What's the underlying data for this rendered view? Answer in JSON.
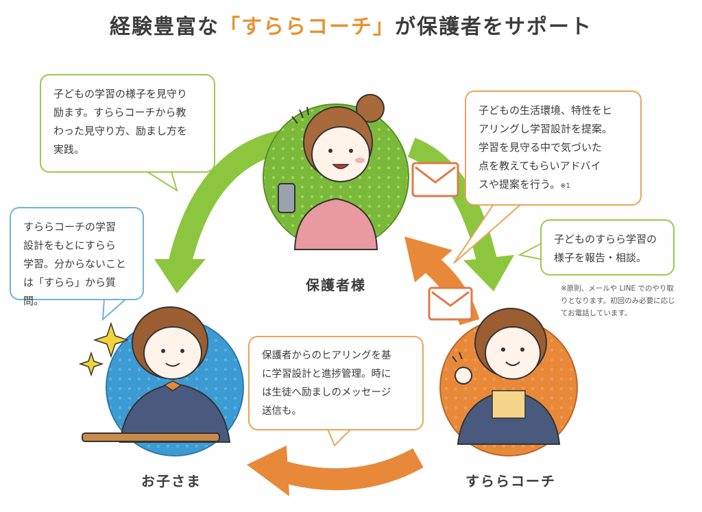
{
  "title": {
    "pre": "経験豊富な",
    "accent": "「すららコーチ」",
    "post": "が保護者をサポート"
  },
  "roles": {
    "guardian": "保護者様",
    "child": "お子さま",
    "coach": "すららコーチ"
  },
  "bubbles": {
    "guardian_action": "子どもの学習の様子を見守り\n励ます。すららコーチから教\nわった見守り方、励まし方を\n実践。",
    "coach_to_guardian": "子どもの生活環境、特性をヒ\nアリングし学習設計を提案。\n学習を見守る中で気づいた\n点を教えてもらいアドバイ\nスや提案を行う。",
    "coach_to_guardian_mark": "※1",
    "child_action": "すららコーチの学習\n設計をもとにすらら\n学習。分からないこと\nは「すらら」から質問。",
    "guardian_to_coach": "子どものすらら学習の\n様子を報告・相談。",
    "coach_to_child": "保護者からのヒアリングを基\nに学習設計と進捗管理。時に\nは生徒へ励ましのメッセージ\n送信も。"
  },
  "note": "※原則、メールや LINE でのやり取\nりとなります。初回のみ必要に応じ\nてお電話しています。",
  "colors": {
    "green": "#8cc63f",
    "orange": "#e8893a",
    "blue": "#3d9bd3",
    "accent_text": "#e8912f",
    "mail": "#e07a47"
  },
  "icons": [
    "mail-icon",
    "sparkle-icon"
  ]
}
